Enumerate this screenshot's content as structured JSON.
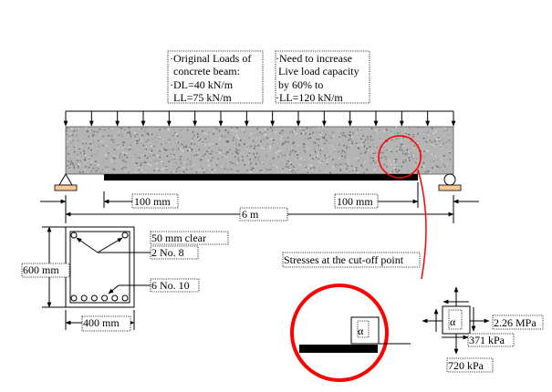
{
  "loads_box": {
    "line1": "·Original Loads of",
    "line2": "concrete beam:",
    "line3": "·DL=40 kN/m",
    "line4": "LL=75 kN/m"
  },
  "increase_box": {
    "line1": "·Need to increase",
    "line2": "Live load capacity",
    "line3": "by 60% to",
    "line4": "·LL=120 kN/m"
  },
  "dimensions": {
    "left_cutoff": "100 mm",
    "right_cutoff": "100 mm",
    "span": "6 m"
  },
  "cross_section": {
    "height": "600 mm",
    "width": "400 mm",
    "cover": "50 mm clear",
    "top_bars": "2 No. 8",
    "bottom_bars": "6 No. 10"
  },
  "stresses": {
    "title": "Stresses at the cut-off point",
    "element_label": "α",
    "normal_stress": "2.26 MPa",
    "shear_stress": "371 kPa",
    "vertical_stress": "720 kPa"
  },
  "colors": {
    "highlight": "#ff0000",
    "concrete": "#b4b4b4",
    "support_pad": "#fdc995"
  }
}
